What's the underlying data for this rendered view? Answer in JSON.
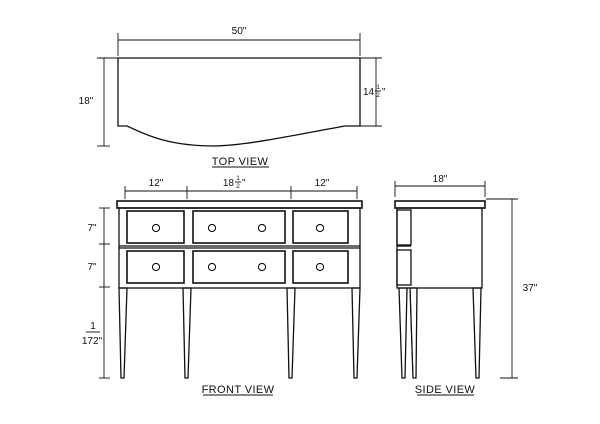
{
  "top_view": {
    "title": "TOP VIEW",
    "width_label": "50\"",
    "depth_label": "18\"",
    "side_depth_whole": "14",
    "side_depth_num": "1",
    "side_depth_den": "2",
    "side_depth_unit": "\""
  },
  "front_view": {
    "title": "FRONT VIEW",
    "left_width": "12\"",
    "center_width_whole": "18",
    "center_width_num": "1",
    "center_width_den": "2",
    "center_width_unit": "\"",
    "right_width": "12\"",
    "upper_drawer_height": "7\"",
    "lower_drawer_height": "7\"",
    "leg_height_num": "1",
    "leg_height_rest": "172\""
  },
  "side_view": {
    "title": "SIDE VIEW",
    "depth_label": "18\"",
    "height_label": "37\""
  }
}
